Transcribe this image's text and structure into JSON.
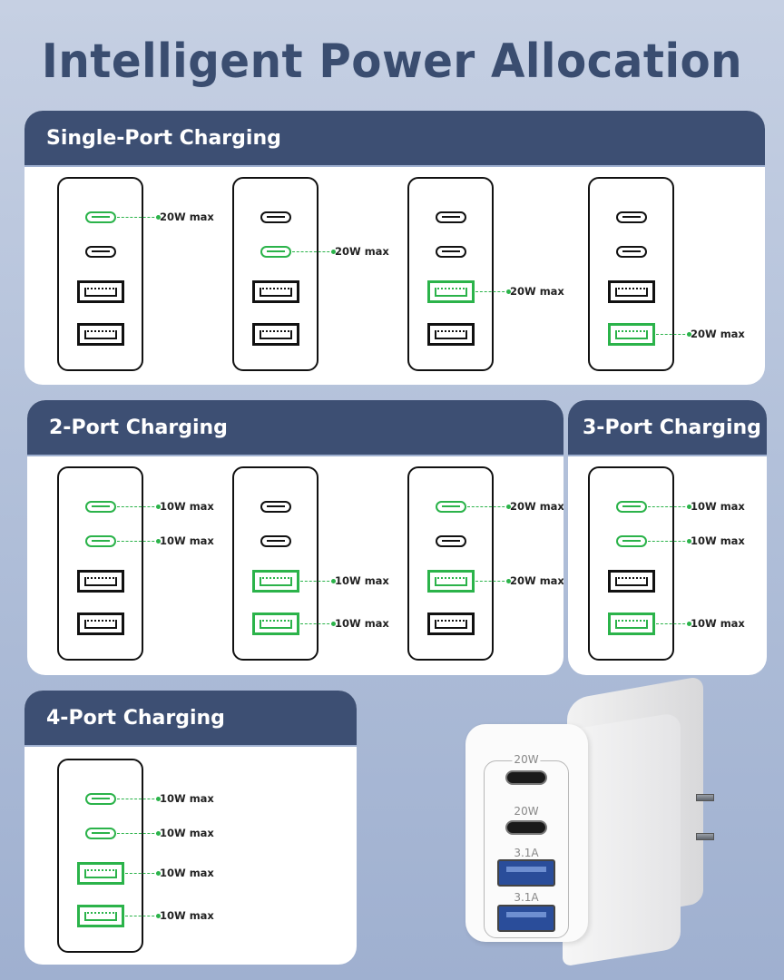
{
  "title": "Intelligent Power Allocation",
  "colors": {
    "header": "#3d4f73",
    "title": "#3a4d70",
    "active": "#2bb34a",
    "inactive": "#111111",
    "background": "#b3c1da"
  },
  "panels": {
    "single": {
      "heading": "Single-Port Charging",
      "chargers": [
        {
          "ports": [
            {
              "type": "usb-c",
              "active": true,
              "label": "20W max"
            },
            {
              "type": "usb-c",
              "active": false
            },
            {
              "type": "usb-a",
              "active": false
            },
            {
              "type": "usb-a",
              "active": false
            }
          ]
        },
        {
          "ports": [
            {
              "type": "usb-c",
              "active": false
            },
            {
              "type": "usb-c",
              "active": true,
              "label": "20W max"
            },
            {
              "type": "usb-a",
              "active": false
            },
            {
              "type": "usb-a",
              "active": false
            }
          ]
        },
        {
          "ports": [
            {
              "type": "usb-c",
              "active": false
            },
            {
              "type": "usb-c",
              "active": false
            },
            {
              "type": "usb-a",
              "active": true,
              "label": "20W max"
            },
            {
              "type": "usb-a",
              "active": false
            }
          ]
        },
        {
          "ports": [
            {
              "type": "usb-c",
              "active": false
            },
            {
              "type": "usb-c",
              "active": false
            },
            {
              "type": "usb-a",
              "active": false
            },
            {
              "type": "usb-a",
              "active": true,
              "label": "20W max"
            }
          ]
        }
      ]
    },
    "two": {
      "heading": "2-Port Charging",
      "chargers": [
        {
          "ports": [
            {
              "type": "usb-c",
              "active": true,
              "label": "10W max"
            },
            {
              "type": "usb-c",
              "active": true,
              "label": "10W max"
            },
            {
              "type": "usb-a",
              "active": false
            },
            {
              "type": "usb-a",
              "active": false
            }
          ]
        },
        {
          "ports": [
            {
              "type": "usb-c",
              "active": false
            },
            {
              "type": "usb-c",
              "active": false
            },
            {
              "type": "usb-a",
              "active": true,
              "label": "10W max"
            },
            {
              "type": "usb-a",
              "active": true,
              "label": "10W max"
            }
          ]
        },
        {
          "ports": [
            {
              "type": "usb-c",
              "active": true,
              "label": "20W max"
            },
            {
              "type": "usb-c",
              "active": false
            },
            {
              "type": "usb-a",
              "active": true,
              "label": "20W max"
            },
            {
              "type": "usb-a",
              "active": false
            }
          ]
        }
      ]
    },
    "three": {
      "heading": "3-Port Charging",
      "chargers": [
        {
          "ports": [
            {
              "type": "usb-c",
              "active": true,
              "label": "10W max"
            },
            {
              "type": "usb-c",
              "active": true,
              "label": "10W max"
            },
            {
              "type": "usb-a",
              "active": false
            },
            {
              "type": "usb-a",
              "active": true,
              "label": "10W max"
            }
          ]
        }
      ]
    },
    "four": {
      "heading": "4-Port Charging",
      "chargers": [
        {
          "ports": [
            {
              "type": "usb-c",
              "active": true,
              "label": "10W max"
            },
            {
              "type": "usb-c",
              "active": true,
              "label": "10W max"
            },
            {
              "type": "usb-a",
              "active": true,
              "label": "10W max"
            },
            {
              "type": "usb-a",
              "active": true,
              "label": "10W max"
            }
          ]
        }
      ]
    }
  },
  "product": {
    "port_labels": [
      "20W",
      "20W",
      "3.1A",
      "3.1A"
    ]
  }
}
